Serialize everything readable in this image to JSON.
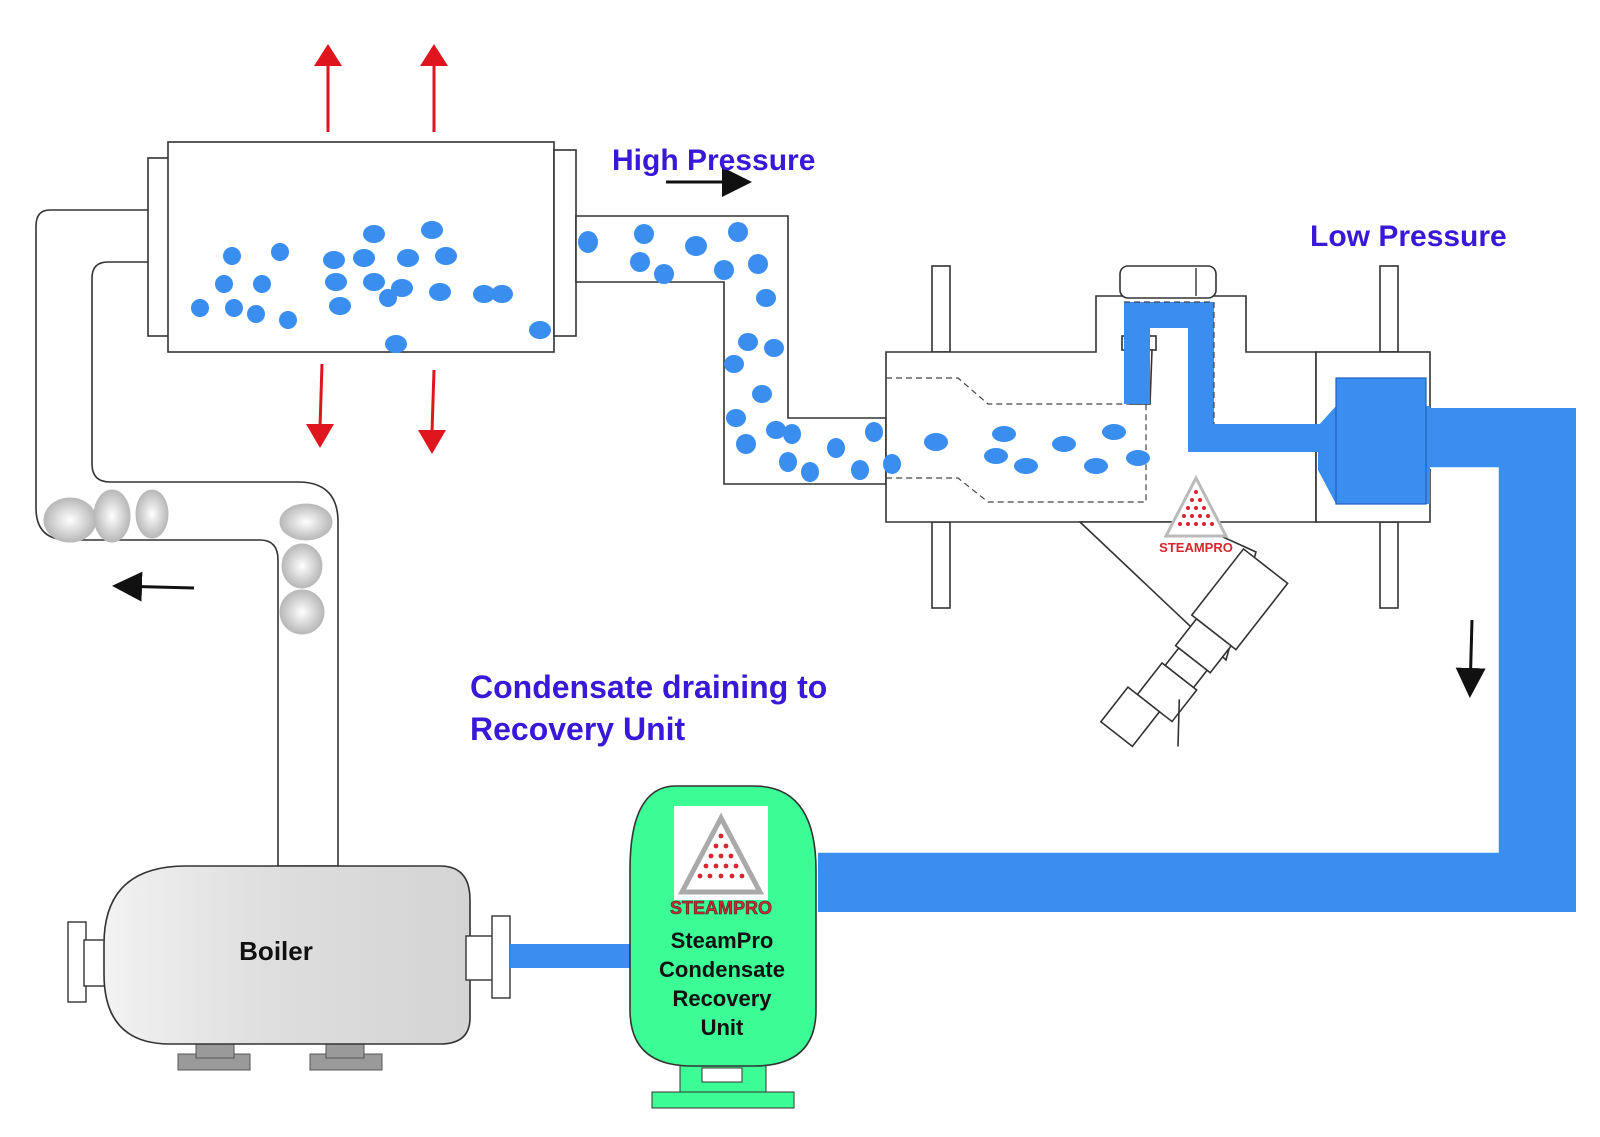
{
  "labels": {
    "high_pressure": "High Pressure",
    "low_pressure": "Low Pressure",
    "condensate_line1": "Condensate draining to",
    "condensate_line2": "Recovery Unit",
    "boiler": "Boiler",
    "brand_small": "STEAMPRO",
    "brand_large": "STEAMPRO",
    "unit_line1": "SteamPro",
    "unit_line2": "Condensate",
    "unit_line3": "Recovery",
    "unit_line4": "Unit"
  },
  "colors": {
    "condensate": "#3a8ef0",
    "heat_arrow": "#e0161e",
    "text_blue": "#3a18d8",
    "recovery_unit": "#3cfc96",
    "boiler_body": "#dcdcdc",
    "boiler_feet": "#9a9a9a",
    "steam_cloud": "#c8c8c8",
    "brand_red": "#d8262e"
  }
}
